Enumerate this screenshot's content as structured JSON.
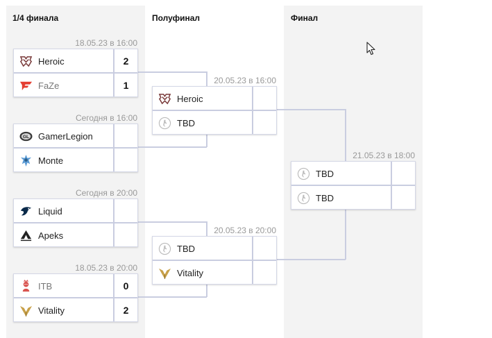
{
  "rounds": [
    {
      "title": "1/4 финала"
    },
    {
      "title": "Полуфинал"
    },
    {
      "title": "Финал"
    }
  ],
  "matches": [
    {
      "date": "18.05.23 в 16:00",
      "teams": [
        {
          "name": "Heroic",
          "score": "2",
          "icon": "heroic-icon"
        },
        {
          "name": "FaZe",
          "score": "1",
          "icon": "faze-icon"
        }
      ]
    },
    {
      "date": "Сегодня в 16:00",
      "teams": [
        {
          "name": "GamerLegion",
          "score": "",
          "icon": "gamerlegion-icon"
        },
        {
          "name": "Monte",
          "score": "",
          "icon": "monte-icon"
        }
      ]
    },
    {
      "date": "Сегодня в 20:00",
      "teams": [
        {
          "name": "Liquid",
          "score": "",
          "icon": "liquid-icon"
        },
        {
          "name": "Apeks",
          "score": "",
          "icon": "apeks-icon"
        }
      ]
    },
    {
      "date": "18.05.23 в 20:00",
      "teams": [
        {
          "name": "ITB",
          "score": "0",
          "icon": "itb-icon"
        },
        {
          "name": "Vitality",
          "score": "2",
          "icon": "vitality-icon"
        }
      ]
    },
    {
      "date": "20.05.23 в 16:00",
      "teams": [
        {
          "name": "Heroic",
          "score": "",
          "icon": "heroic-icon"
        },
        {
          "name": "TBD",
          "score": "",
          "icon": "tbd-icon"
        }
      ]
    },
    {
      "date": "20.05.23 в 20:00",
      "teams": [
        {
          "name": "TBD",
          "score": "",
          "icon": "tbd-icon"
        },
        {
          "name": "Vitality",
          "score": "",
          "icon": "vitality-icon"
        }
      ]
    },
    {
      "date": "21.05.23 в 18:00",
      "teams": [
        {
          "name": "TBD",
          "score": "",
          "icon": "tbd-icon"
        },
        {
          "name": "TBD",
          "score": "",
          "icon": "tbd-icon"
        }
      ]
    }
  ],
  "colors": {
    "column_bg": "#f3f3f3",
    "border": "#c9cde0",
    "heroic": "#7a3b3b",
    "faze": "#e43d30",
    "itb": "#d9534f",
    "vitality": "#c8a14a",
    "monte": "#5b9bd5",
    "liquid": "#0a2a4a",
    "tbd": "#bbbbbb"
  }
}
